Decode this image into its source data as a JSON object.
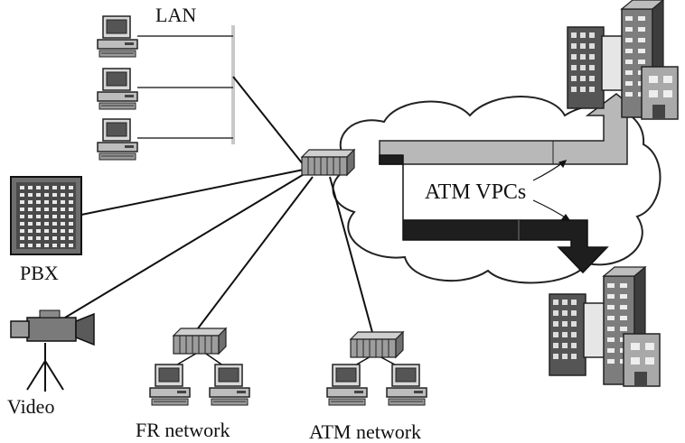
{
  "labels": {
    "lan": "LAN",
    "pbx": "PBX",
    "video": "Video",
    "fr_network": "FR network",
    "atm_network": "ATM network",
    "atm_vpcs": "ATM VPCs"
  },
  "icons": [
    "computer-icon",
    "pbx-icon",
    "video-camera-icon",
    "switch-icon",
    "building-icon",
    "cloud-icon",
    "arrow-icon"
  ],
  "colors": {
    "line": "#111111",
    "light_arrow": "#b8b8b8",
    "dark_arrow": "#1e1e1e",
    "cloud": "#ffffff",
    "device": "#7a7a7a"
  }
}
